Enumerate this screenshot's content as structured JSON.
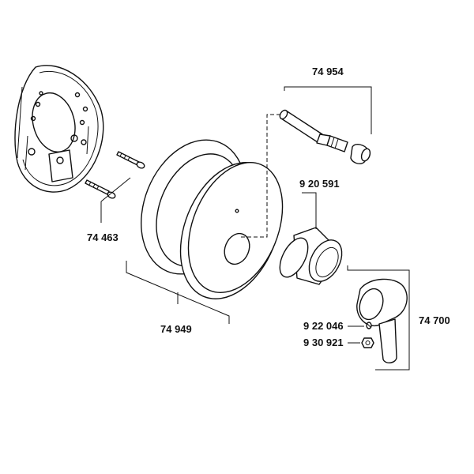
{
  "parts": [
    {
      "id": "valve-cartridge",
      "label": "74 954"
    },
    {
      "id": "sleeve",
      "label": "9 20 591"
    },
    {
      "id": "screws",
      "label": "74 463"
    },
    {
      "id": "cover-plate",
      "label": "74 949"
    },
    {
      "id": "lever-handle",
      "label": "74 700"
    },
    {
      "id": "set-screw",
      "label": "9 22 046"
    },
    {
      "id": "cap-nut",
      "label": "9 30 921"
    }
  ]
}
